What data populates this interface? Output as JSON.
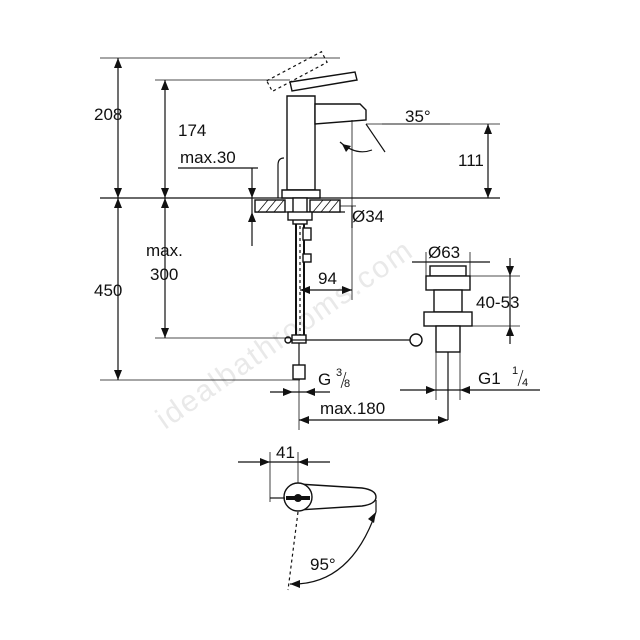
{
  "watermark": "idealbathrooms.com",
  "side_view": {
    "height_total": "208",
    "height_spout": "174",
    "spout_angle": "35°",
    "spout_height": "111",
    "max_deck": "max.30",
    "hole_diameter": "Ø34",
    "below_deck": "450",
    "hose_max": "max.",
    "hose_len": "300",
    "spout_reach": "94",
    "waste_diameter": "Ø63",
    "waste_range": "40-53",
    "conn_g": "G",
    "conn_g_num": "3",
    "conn_g_den": "8",
    "waste_g": "G1",
    "waste_g_num": "1",
    "waste_g_den": "4",
    "max_reach": "max.180"
  },
  "top_view": {
    "offset": "41",
    "swivel": "95°"
  },
  "colors": {
    "line": "#111111",
    "watermark": "#e9e9e9"
  }
}
